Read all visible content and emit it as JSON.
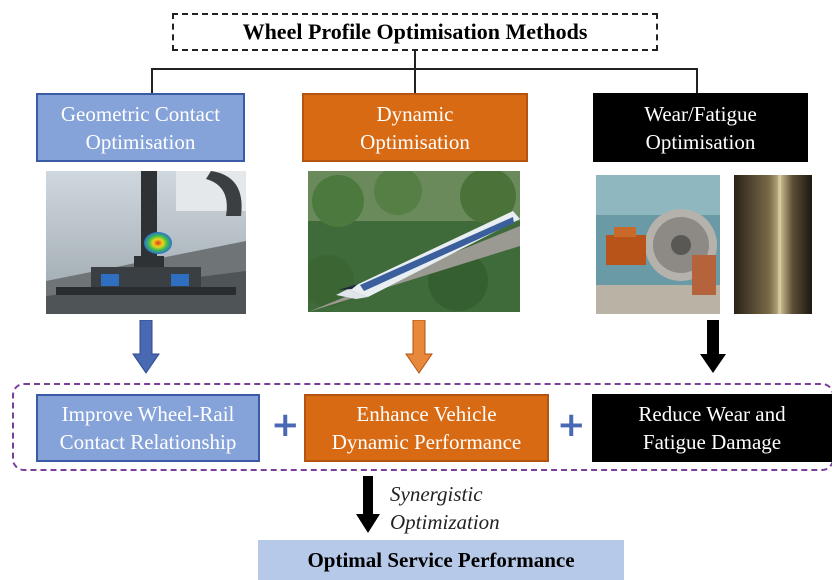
{
  "title": "Wheel Profile Optimisation Methods",
  "methods": [
    {
      "label": "Geometric Contact\nOptimisation",
      "color": "#86a3d9"
    },
    {
      "label": "Dynamic\nOptimisation",
      "color": "#d96a14"
    },
    {
      "label": "Wear/Fatigue\nOptimisation",
      "color": "#000000"
    }
  ],
  "outcomes": [
    {
      "label": "Improve Wheel-Rail\nContact Relationship"
    },
    {
      "label": "Enhance Vehicle\nDynamic Performance"
    },
    {
      "label": "Reduce Wear and\nFatigue Damage"
    }
  ],
  "plus_sign": "+",
  "synergy_label": "Synergistic\nOptimization",
  "result": "Optimal Service Performance",
  "colors": {
    "blue": "#4a69b3",
    "orange": "#d96a14",
    "black": "#000000",
    "purple": "#7a3f9a"
  }
}
